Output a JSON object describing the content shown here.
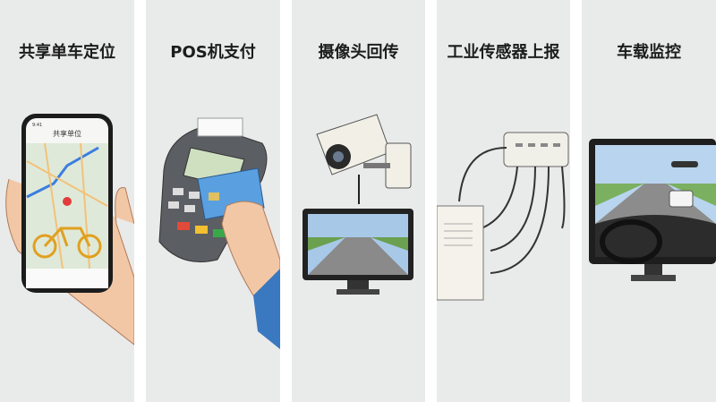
{
  "panels": [
    {
      "title": "共享单车定位",
      "phone_title": "共享单位",
      "phone_time": "9:41"
    },
    {
      "title": "POS机支付"
    },
    {
      "title": "摄像头回传"
    },
    {
      "title": "工业传感器上报"
    },
    {
      "title": "车载监控"
    }
  ],
  "icons": [
    "smartphone-map-icon",
    "bicycle-icon",
    "pos-terminal-icon",
    "credit-card-icon",
    "security-camera-icon",
    "monitor-icon",
    "sensor-hub-icon",
    "car-dashboard-monitor-icon"
  ]
}
